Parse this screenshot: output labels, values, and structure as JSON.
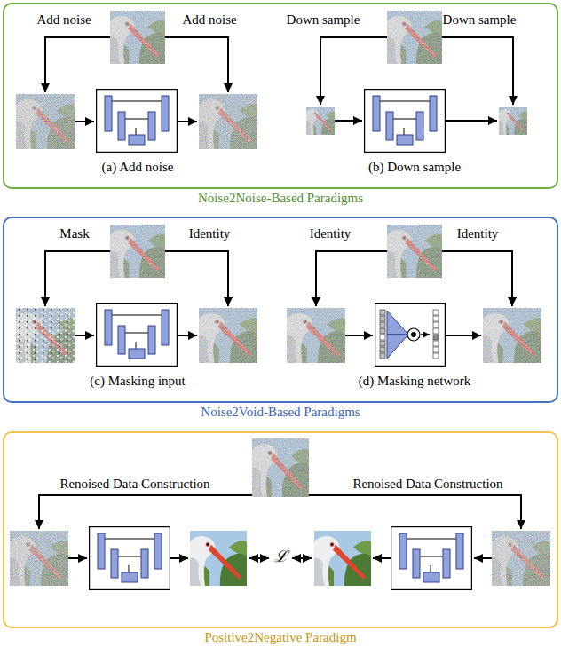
{
  "diagram": {
    "nodes": [
      {
        "text": [
          "Noise2Noise-Based Paradigms"
        ]
      },
      {
        "text": [
          "Noise2Void-Based Paradigms"
        ]
      },
      {
        "text": [
          "Positive2Negative Paradigm"
        ]
      }
    ],
    "labels": [
      "Add noise",
      "Add noise",
      "Down sample",
      "Down sample",
      "(a) Add noise",
      "(b) Down sample",
      "Mask",
      "Identity",
      "Identity",
      "Identity",
      "(c) Masking input",
      "(d) Masking network",
      "Renoised Data Construction",
      "Renoised Data Construction",
      "ℒ"
    ]
  }
}
